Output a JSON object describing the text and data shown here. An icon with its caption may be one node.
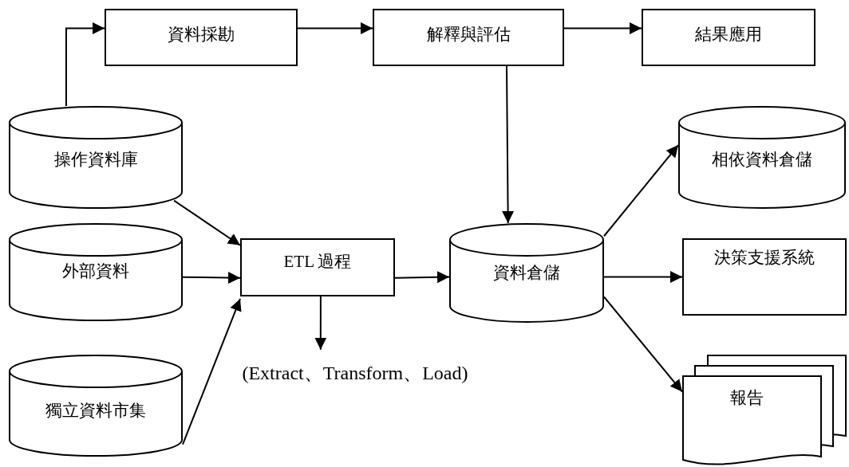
{
  "diagram": {
    "nodes": [
      {
        "text": [
          "資料採勘"
        ]
      },
      {
        "text": [
          "解釋與評估"
        ]
      },
      {
        "text": [
          "結果應用"
        ]
      },
      {
        "text": [
          "操作資料庫"
        ]
      },
      {
        "text": [
          "外部資料"
        ]
      },
      {
        "text": [
          "獨立資料市集"
        ]
      },
      {
        "text": [
          "ETL 過程"
        ]
      },
      {
        "text": [
          "(Extract、Transform、Load)"
        ]
      },
      {
        "text": [
          "資料倉儲"
        ]
      },
      {
        "text": [
          "相依資料倉儲"
        ]
      },
      {
        "text": [
          "決策支援系統"
        ]
      },
      {
        "text": [
          "報告"
        ]
      }
    ],
    "edges": [
      {
        "from": 3,
        "to": 0,
        "arrow": "to"
      },
      {
        "from": 0,
        "to": 1,
        "arrow": "to"
      },
      {
        "from": 1,
        "to": 2,
        "arrow": "to"
      },
      {
        "from": 1,
        "to": 8,
        "arrow": "to"
      },
      {
        "from": 3,
        "to": 6,
        "arrow": "to"
      },
      {
        "from": 4,
        "to": 6,
        "arrow": "to"
      },
      {
        "from": 5,
        "to": 6,
        "arrow": "to"
      },
      {
        "from": 6,
        "to": 7,
        "arrow": "to"
      },
      {
        "from": 6,
        "to": 8,
        "arrow": "to"
      },
      {
        "from": 8,
        "to": 9,
        "arrow": "to"
      },
      {
        "from": 8,
        "to": 10,
        "arrow": "to"
      },
      {
        "from": 8,
        "to": 11,
        "arrow": "to"
      }
    ]
  }
}
